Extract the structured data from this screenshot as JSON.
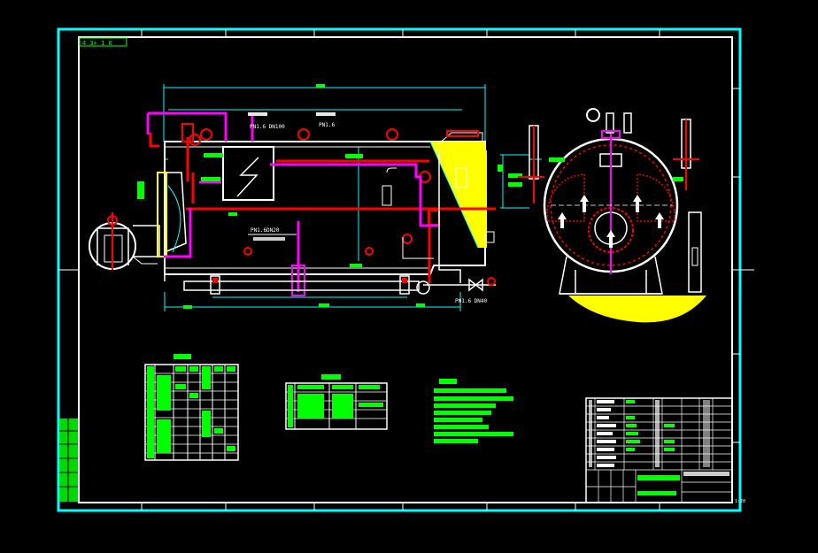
{
  "colors": {
    "background": "#000000",
    "frame": "#00ffff",
    "outline": "#ffffff",
    "water_pipe": "#ff0000",
    "steam_pipe": "#ff00ff",
    "flue": "#ffff00",
    "annotation": "#00ff00"
  },
  "labels": {
    "corner_tag": "4 3+ 1 0",
    "top_dim_1": "PN1.6 DN100",
    "top_dim_2": "PN1.6",
    "pressure_label": "PN1.6DN20",
    "valve_label": "PN1.6 DN40",
    "scale_note": "1:20"
  }
}
